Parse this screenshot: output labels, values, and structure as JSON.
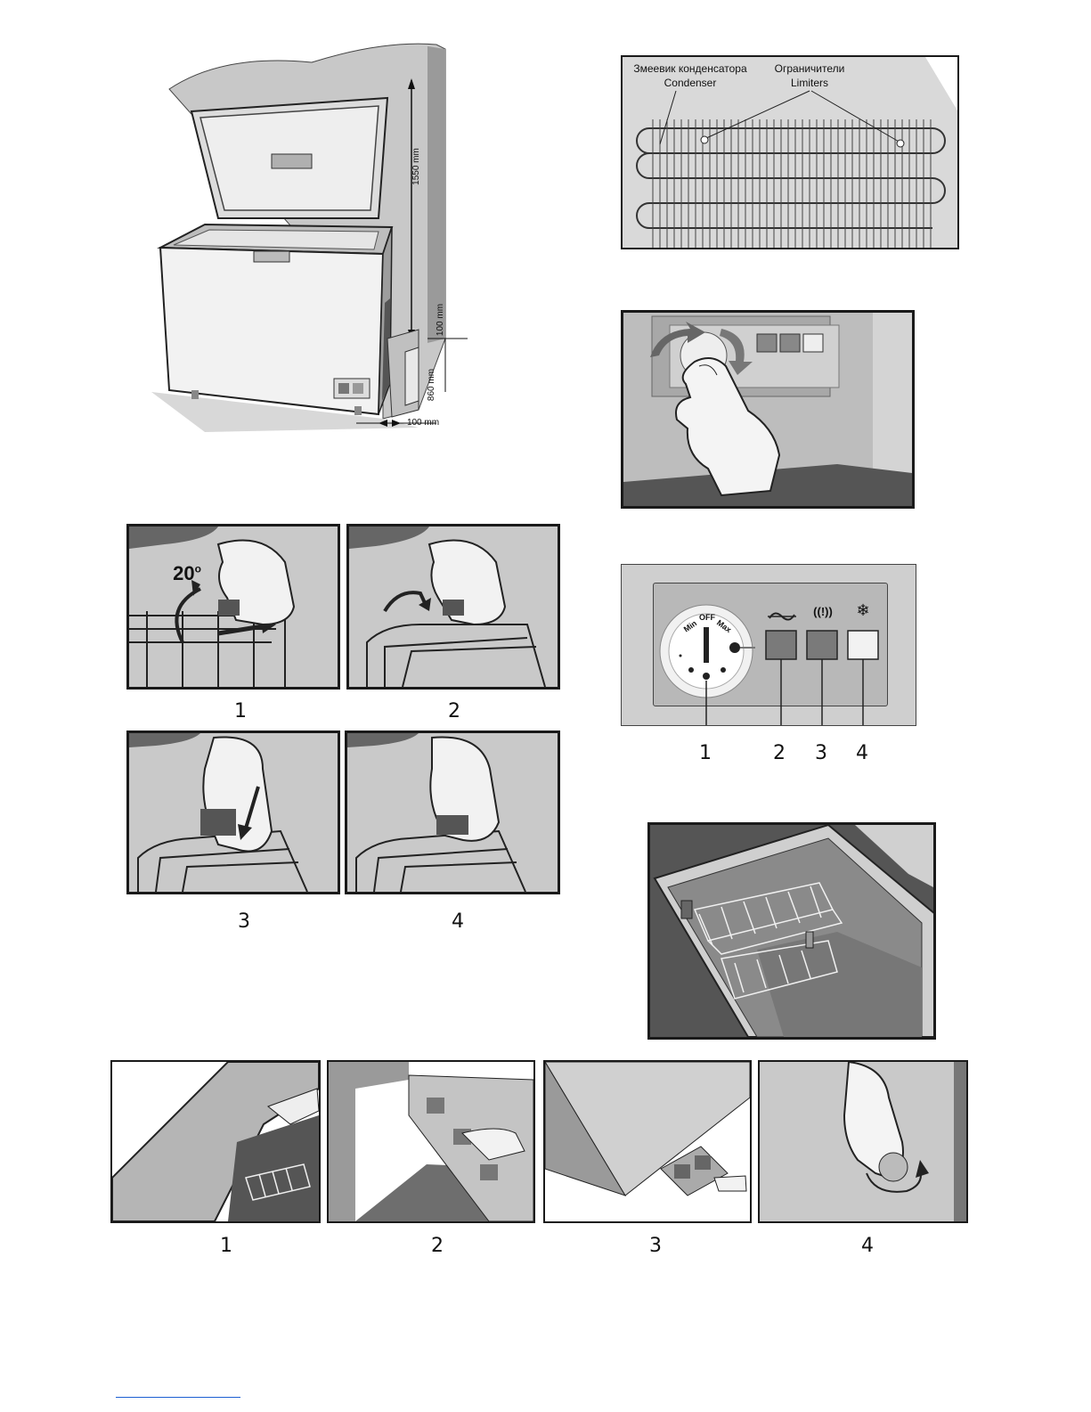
{
  "freezer_install": {
    "dim_height": "1550 mm",
    "dim_top_gap": "100 mm",
    "dim_depth": "860 mm",
    "dim_side_gap": "100 mm"
  },
  "condenser": {
    "label_ru": "Змеевик конденсатора",
    "label_en": "Condenser",
    "limiters_ru": "Ограничители",
    "limiters_en": "Limiters"
  },
  "basket_steps": {
    "angle": "20",
    "angle_unit": "o",
    "labels": [
      "1",
      "2",
      "3",
      "4"
    ]
  },
  "control_panel": {
    "dial_min": "Min",
    "dial_off": "OFF",
    "dial_max": "Max",
    "labels": [
      "1",
      "2",
      "3",
      "4"
    ]
  },
  "defrost_steps": {
    "labels": [
      "1",
      "2",
      "3",
      "4"
    ]
  }
}
